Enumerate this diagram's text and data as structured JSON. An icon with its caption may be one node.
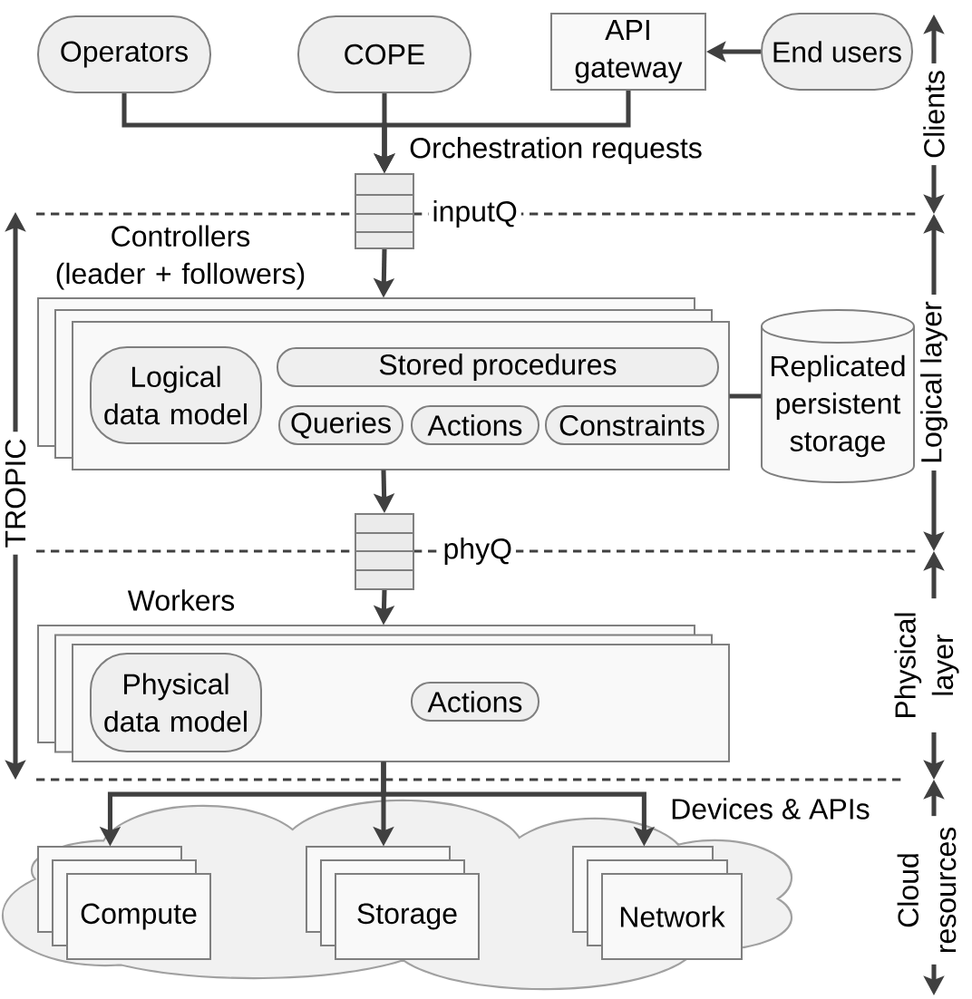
{
  "diagram": {
    "nodes": [
      {
        "text": [
          "Operators"
        ]
      },
      {
        "text": [
          "COPE"
        ]
      },
      {
        "text": [
          "API gateway"
        ]
      },
      {
        "text": [
          "End users"
        ]
      },
      {
        "text": [],
        "shape": "box",
        "beside": [
          "inputQ"
        ]
      },
      {
        "text": [
          "Controllers (leader + followers)"
        ]
      },
      {
        "text": [
          "Logical data model"
        ],
        "in": 5
      },
      {
        "text": [
          "Stored procedures"
        ],
        "in": 5
      },
      {
        "text": [
          "Queries"
        ],
        "in": 5
      },
      {
        "text": [
          "Actions"
        ],
        "in": 5
      },
      {
        "text": [
          "Constraints"
        ],
        "in": 5
      },
      {
        "text": [
          "Replicated persistent storage"
        ]
      },
      {
        "text": [],
        "shape": "box",
        "beside": [
          "phyQ"
        ]
      },
      {
        "text": [
          "Workers"
        ]
      },
      {
        "text": [
          "Physical data model"
        ],
        "in": 13
      },
      {
        "text": [
          "Actions"
        ],
        "in": 13
      },
      {
        "text": [],
        "shape": "cloud"
      },
      {
        "text": [
          "Compute"
        ],
        "in": 16
      },
      {
        "text": [
          "Storage"
        ],
        "in": 16
      },
      {
        "text": [
          "Network"
        ],
        "in": 16
      }
    ],
    "edges": [
      {
        "from": 0,
        "to": 4,
        "arrow": "to"
      },
      {
        "from": 1,
        "to": 4,
        "arrow": "to",
        "label": "Orchestration requests"
      },
      {
        "from": 2,
        "to": 4,
        "arrow": "to"
      },
      {
        "from": 3,
        "to": 2,
        "arrow": "to"
      },
      {
        "from": 4,
        "to": 5,
        "arrow": "to"
      },
      {
        "from": 5,
        "to": 11,
        "arrow": "none"
      },
      {
        "from": 5,
        "to": 12,
        "arrow": "to"
      },
      {
        "from": 12,
        "to": 13,
        "arrow": "to"
      },
      {
        "from": 13,
        "to": 17,
        "arrow": "to"
      },
      {
        "from": 13,
        "to": 18,
        "arrow": "to"
      },
      {
        "from": 13,
        "to": 19,
        "arrow": "to",
        "label": "Devices & APIs"
      }
    ],
    "labels": [
      "Clients",
      "TROPIC",
      "Logical layer",
      "Physical layer",
      "Cloud resources"
    ]
  }
}
